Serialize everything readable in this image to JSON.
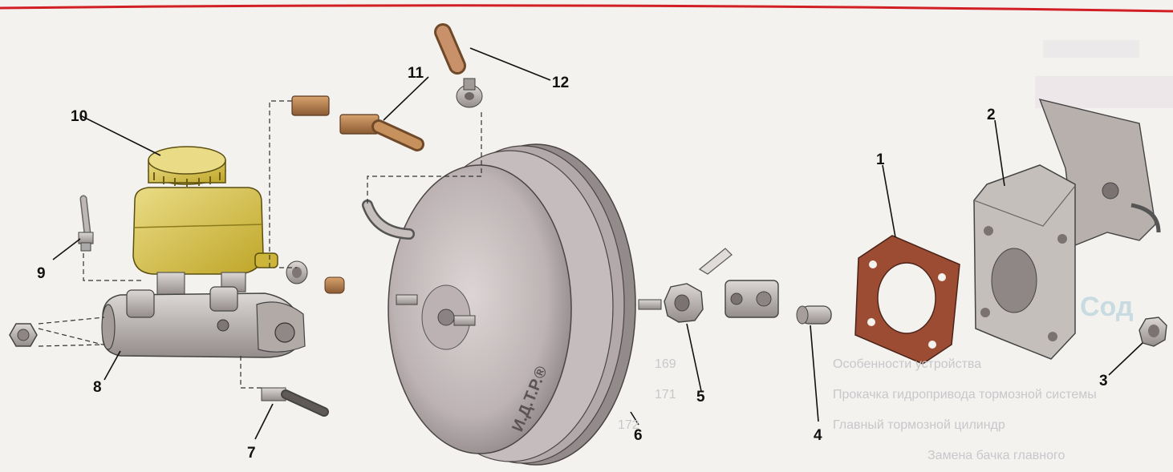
{
  "diagram": {
    "callouts": [
      "1",
      "2",
      "3",
      "4",
      "5",
      "6",
      "7",
      "8",
      "9",
      "10",
      "11",
      "12"
    ],
    "booster_stamp": "И.Д.Т.Р.®"
  },
  "background_text": {
    "heading": "Сод",
    "toc_lines": [
      "Особенности устройства",
      "Прокачка гидропривода тормозной системы",
      "Главный тормозной цилиндр",
      "Замена бачка главного"
    ],
    "page_numbers": [
      "169",
      "171",
      "172"
    ]
  },
  "colors": {
    "reservoir": "#d9c241",
    "booster": "#c2b8b8",
    "gasket": "#9b4c33",
    "metal": "#b9b3b0",
    "top_rule": "#d11f24"
  }
}
